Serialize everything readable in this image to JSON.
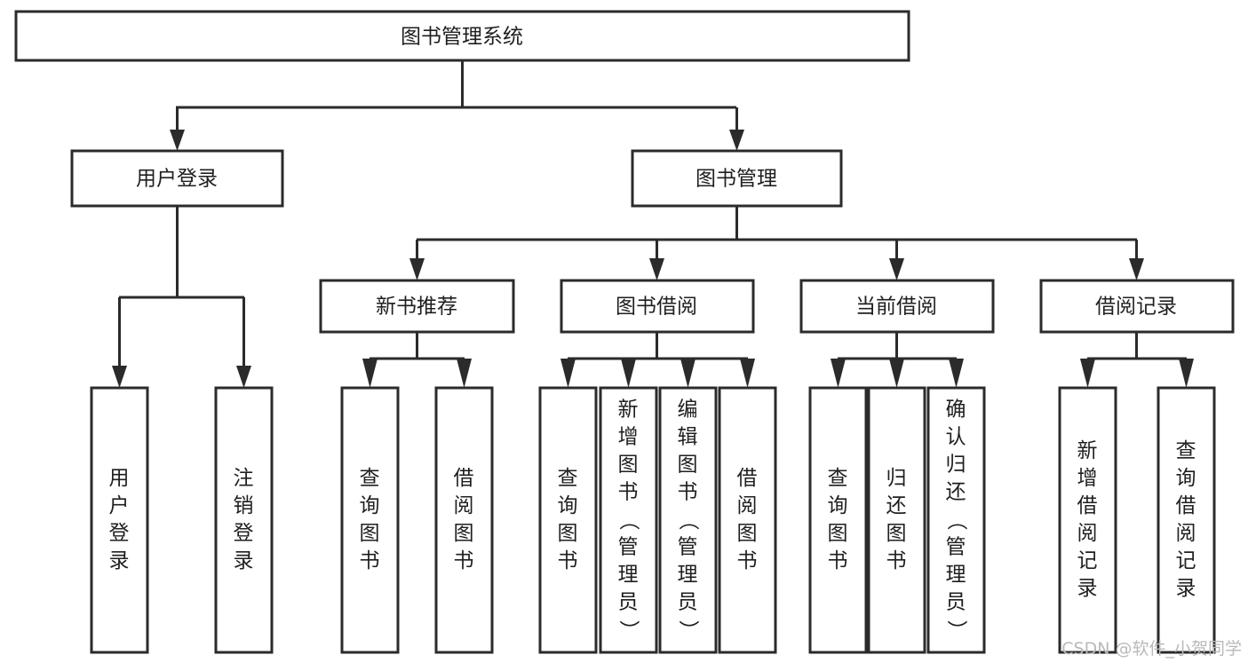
{
  "diagram": {
    "type": "tree-hierarchy",
    "orientation": "top-down",
    "title": "图书管理系统",
    "colors": {
      "background": "#ffffff",
      "stroke": "#2b2b2b",
      "box_fill": "#ffffff",
      "text": "#1f1f1f",
      "watermark": "#b9b9b9"
    },
    "root": {
      "label": "图书管理系统"
    },
    "level2": [
      {
        "label": "用户登录"
      },
      {
        "label": "图书管理"
      }
    ],
    "level3": [
      {
        "label": "新书推荐"
      },
      {
        "label": "图书借阅"
      },
      {
        "label": "当前借阅"
      },
      {
        "label": "借阅记录"
      }
    ],
    "leaves": {
      "user_login": [
        {
          "label": "用户登录"
        },
        {
          "label": "注销登录"
        }
      ],
      "new_book_recommend": [
        {
          "label": "查询图书"
        },
        {
          "label": "借阅图书"
        }
      ],
      "book_borrow": [
        {
          "label": "查询图书"
        },
        {
          "label": "新增图书（管理员）"
        },
        {
          "label": "编辑图书（管理员）"
        },
        {
          "label": "借阅图书"
        }
      ],
      "current_borrow": [
        {
          "label": "查询图书"
        },
        {
          "label": "归还图书"
        },
        {
          "label": "确认归还（管理员）"
        }
      ],
      "borrow_record": [
        {
          "label": "新增借阅记录"
        },
        {
          "label": "查询借阅记录"
        }
      ]
    },
    "watermark": "CSDN @软件_小贺同学"
  }
}
